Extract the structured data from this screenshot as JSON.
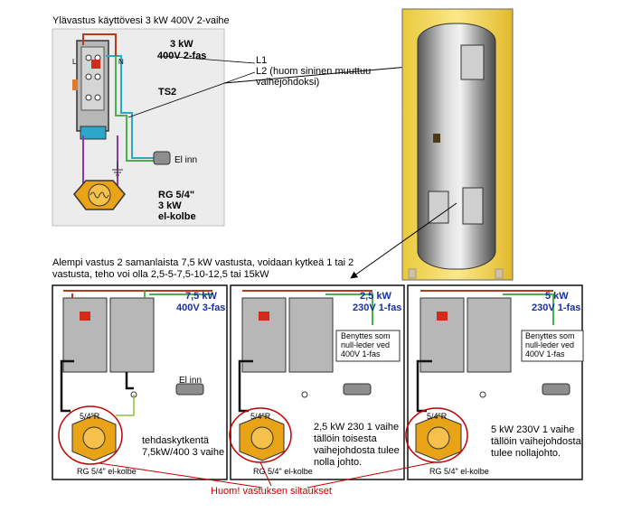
{
  "top": {
    "title": "Ylävastus käyttövesi 3 kW 400V 2-vaihe",
    "rating_kw": "3 kW",
    "rating_phase": "400V 2-fas",
    "ts2": "TS2",
    "el_inn": "El inn",
    "rg_line1": "RG 5/4\"",
    "rg_line2": "3 kW",
    "rg_line3": "el-kolbe",
    "term_L": "L",
    "term_N": "N",
    "callout_l1": "L1",
    "callout_l2a": "L2 (huom sininen muuttuu",
    "callout_l2b": "vaihejohdoksi)"
  },
  "lower_intro": {
    "line1": "Alempi vastus 2 samanlaista 7,5 kW vastusta, voidaan kytkeä 1 tai 2",
    "line2": "vastusta, teho voi olla 2,5-5-7,5-10-12,5 tai 15kW"
  },
  "panels": [
    {
      "kw": "7,5 kW",
      "volt": "400V 3-fas",
      "el_inn": "El inn",
      "rg": "5/4\"R",
      "bottom": "RG 5/4\"  el-kolbe"
    },
    {
      "kw": "2,5 kW",
      "volt": "230V 1-fas",
      "note1": "Benyttes som",
      "note2": "null-leder ved",
      "note3": "400V 1-fas",
      "rg": "5/4\"R",
      "bottom": "RG 5/4\"  el-kolbe"
    },
    {
      "kw": "5 kW",
      "volt": "230V 1-fas",
      "note1": "Benyttes som",
      "note2": "null-leder ved",
      "note3": "400V 1-fas",
      "rg": "5/4\"R",
      "bottom": "RG 5/4\"  el-kolbe"
    }
  ],
  "annotations": {
    "factory_1": "tehdaskytkentä",
    "factory_2": "7,5kW/400 3 vaihe",
    "p2_1": "2,5 kW 230 1 vaihe",
    "p2_2": "tällöin toisesta",
    "p2_3": "vaihejohdosta tulee",
    "p2_4": "nolla johto.",
    "p3_1": "5 kW 230V 1 vaihe",
    "p3_2": "tällöin vaihejohdosta",
    "p3_3": "tulee nollajohto.",
    "bridge_note": "Huom! vastuksen siltaukset"
  },
  "colors": {
    "accent_blue": "#1a2fa0",
    "wire_red": "#b83a1e",
    "wire_green": "#4caf50",
    "wire_blue": "#2aa7c9",
    "wire_purple": "#8b3aa8",
    "element_yellow": "#e8a317",
    "tank_yellow": "#f3d34a",
    "note_red": "#c00000"
  }
}
